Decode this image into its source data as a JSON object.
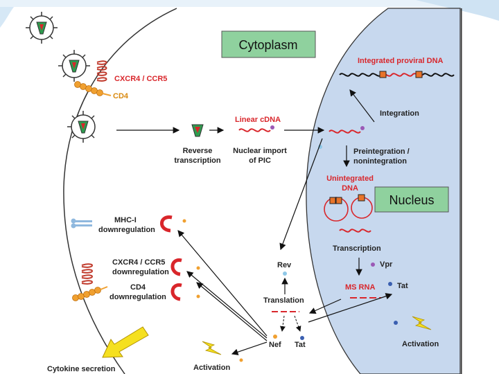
{
  "colors": {
    "nucleus_fill": "#c7d8ee",
    "label_box_fill": "#8fd19e",
    "red_label": "#d9262b",
    "virus_green": "#2e9b4f",
    "cd4_orange": "#f0a030",
    "arrow_yellow": "#f5e020"
  },
  "regions": {
    "cytoplasm": "Cytoplasm",
    "nucleus": "Nucleus"
  },
  "labels": {
    "cxcr4_ccr5": "CXCR4 / CCR5",
    "cd4": "CD4",
    "reverse_transcription_1": "Reverse",
    "reverse_transcription_2": "transcription",
    "linear_cdna": "Linear cDNA",
    "nuclear_import_1": "Nuclear import",
    "nuclear_import_2": "of PIC",
    "integrated_proviral_dna": "Integrated proviral DNA",
    "integration": "Integration",
    "preintegration_1": "Preintegration /",
    "preintegration_2": "nonintegration",
    "unintegrated_dna_1": "Unintegrated",
    "unintegrated_dna_2": "DNA",
    "transcription": "Transcription",
    "vpr": "Vpr",
    "ms_rna": "MS RNA",
    "tat_nucleus": "Tat",
    "activation_nucleus": "Activation",
    "mhc_downreg_1": "MHC-I",
    "mhc_downreg_2": "downregulation",
    "cxcr4_downreg_1": "CXCR4 / CCR5",
    "cxcr4_downreg_2": "downregulation",
    "cd4_downreg_1": "CD4",
    "cd4_downreg_2": "downregulation",
    "rev": "Rev",
    "translation": "Translation",
    "nef": "Nef",
    "tat_cyto": "Tat",
    "activation_cyto": "Activation",
    "cytokine_secretion": "Cytokine secretion"
  }
}
